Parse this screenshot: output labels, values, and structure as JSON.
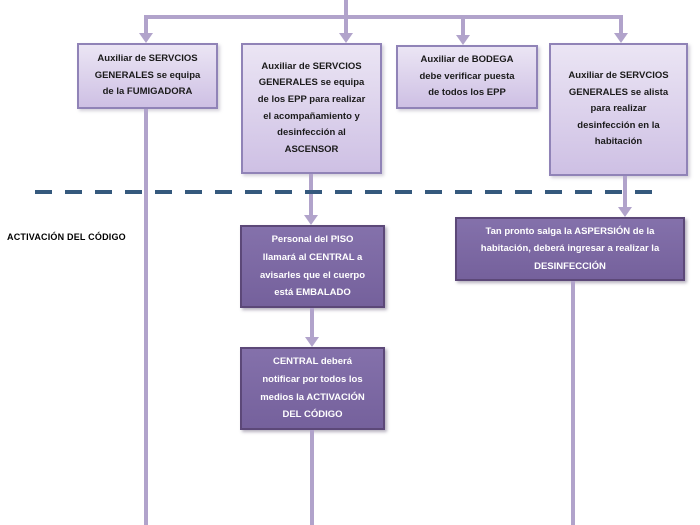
{
  "diagram": {
    "type": "flowchart",
    "phase_label": "ACTIVACIÓN DEL CÓDIGO",
    "top_boxes": [
      {
        "id": "fumigadora",
        "text": "Auxiliar de SERVCIOS\nGENERALES se equipa\nde la FUMIGADORA"
      },
      {
        "id": "epp-ascensor",
        "text": "Auxiliar de SERVCIOS\nGENERALES se equipa\nde los EPP para realizar\nel acompañamiento y\ndesinfección al\nASCENSOR"
      },
      {
        "id": "bodega-epp",
        "text": "Auxiliar de BODEGA\ndebe verificar puesta\nde todos los EPP"
      },
      {
        "id": "alista-desinfeccion",
        "text": "Auxiliar de SERVCIOS\nGENERALES se alista\npara realizar\ndesinfección en la\nhabitación"
      }
    ],
    "bottom_boxes": [
      {
        "id": "piso-central",
        "text": "Personal del PISO\nllamará al CENTRAL a\navisarles que el cuerpo\nestá EMBALADO"
      },
      {
        "id": "central-codigo",
        "text": "CENTRAL deberá\nnotificar por todos los\nmedios la ACTIVACIÓN\nDEL CÓDIGO"
      },
      {
        "id": "aspersion-desinfeccion",
        "text": "Tan pronto salga la ASPERSIÓN de la\nhabitación, deberá ingresar a realizar la\nDESINFECCIÓN"
      }
    ],
    "colors": {
      "light_box_fill_top": "#EBE5F4",
      "light_box_fill_bottom": "#CEC0E4",
      "light_box_border": "#9083B7",
      "dark_box_fill": "#75619C",
      "dark_box_border": "#5C4878",
      "dark_box_text": "#FFFFFF",
      "connector": "#B1A3CB",
      "dashed_line": "#35597D",
      "label_text": "#000000"
    }
  }
}
